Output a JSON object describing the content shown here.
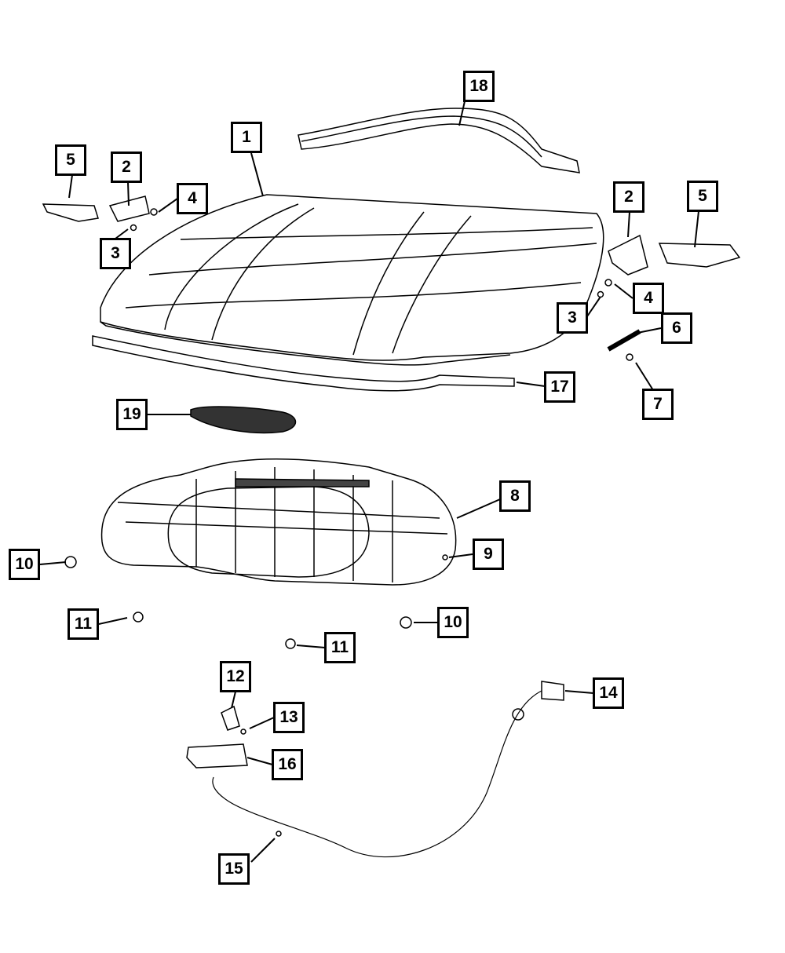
{
  "diagram": {
    "title": "Hood and Related Parts",
    "callouts": [
      {
        "id": "c1",
        "label": "1",
        "part": "hood-panel"
      },
      {
        "id": "c18",
        "label": "18",
        "part": "hood-rear-seal"
      },
      {
        "id": "c5l",
        "label": "5",
        "part": "hood-hinge-left"
      },
      {
        "id": "c2l",
        "label": "2",
        "part": "hinge-bracket-left"
      },
      {
        "id": "c4l",
        "label": "4",
        "part": "bolt-left"
      },
      {
        "id": "c3l",
        "label": "3",
        "part": "nut-left"
      },
      {
        "id": "c2r",
        "label": "2",
        "part": "hinge-bracket-right"
      },
      {
        "id": "c5r",
        "label": "5",
        "part": "hood-hinge-right"
      },
      {
        "id": "c4r",
        "label": "4",
        "part": "bolt-right"
      },
      {
        "id": "c3r",
        "label": "3",
        "part": "nut-right"
      },
      {
        "id": "c6",
        "label": "6",
        "part": "hood-prop-rod"
      },
      {
        "id": "c7",
        "label": "7",
        "part": "prop-rod-clip"
      },
      {
        "id": "c17",
        "label": "17",
        "part": "front-seal"
      },
      {
        "id": "c19",
        "label": "19",
        "part": "hood-vent-grille"
      },
      {
        "id": "c8",
        "label": "8",
        "part": "hood-insulator"
      },
      {
        "id": "c9",
        "label": "9",
        "part": "retainer"
      },
      {
        "id": "c10l",
        "label": "10",
        "part": "bumper-left"
      },
      {
        "id": "c11l",
        "label": "11",
        "part": "push-pin-left"
      },
      {
        "id": "c10r",
        "label": "10",
        "part": "bumper-right"
      },
      {
        "id": "c11r",
        "label": "11",
        "part": "push-pin-right"
      },
      {
        "id": "c12",
        "label": "12",
        "part": "latch-striker"
      },
      {
        "id": "c13",
        "label": "13",
        "part": "nut"
      },
      {
        "id": "c14",
        "label": "14",
        "part": "release-handle"
      },
      {
        "id": "c16",
        "label": "16",
        "part": "hood-latch"
      },
      {
        "id": "c15",
        "label": "15",
        "part": "cable-clip"
      }
    ]
  }
}
